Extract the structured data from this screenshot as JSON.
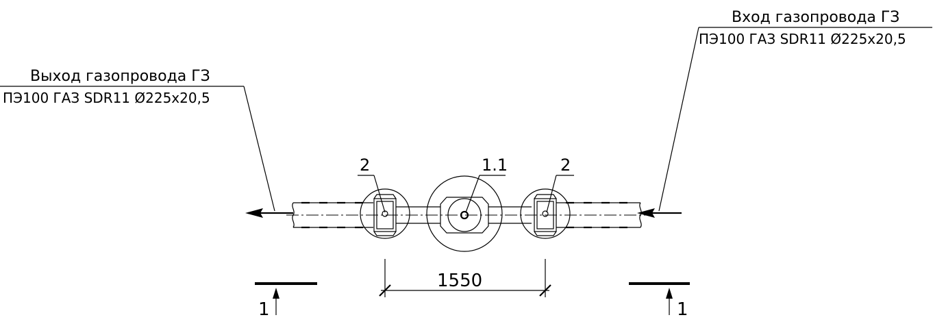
{
  "labels": {
    "outlet": {
      "title": "Выход газопровода ГЗ",
      "spec": "ПЭ100 ГАЗ SDR11 Ø225x20,5"
    },
    "inlet": {
      "title": "Вход газопровода ГЗ",
      "spec": "ПЭ100 ГАЗ SDR11 Ø225x20,5"
    }
  },
  "callouts": {
    "left_item": "2",
    "center_item": "1.1",
    "right_item": "2"
  },
  "dimension": {
    "value": "1550"
  },
  "section": {
    "left_mark": "1",
    "right_mark": "1"
  }
}
